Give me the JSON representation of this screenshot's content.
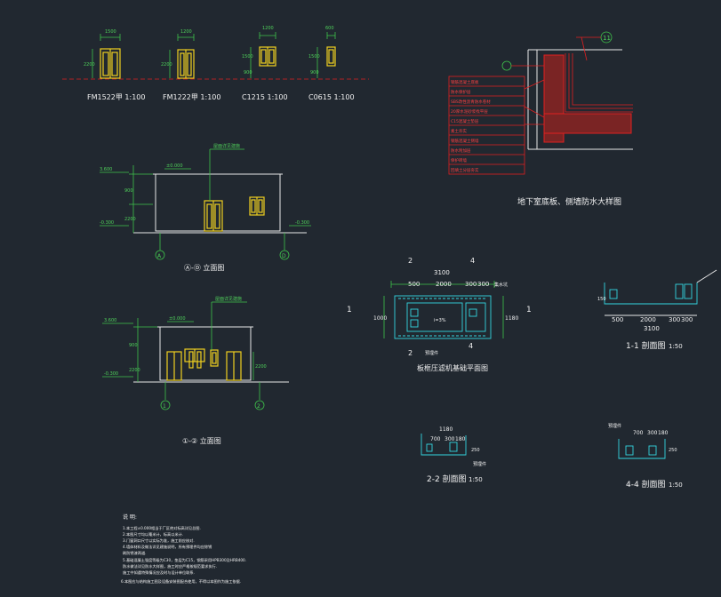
{
  "colors": {
    "background": "#212830",
    "outline": "#e8e8e8",
    "dimension": "#3ec24a",
    "window": "#f0d020",
    "section": "#33d6e0",
    "waterproof": "#e02020"
  },
  "door_labels": {
    "fm1522": "FM1522甲 1:100",
    "fm1222": "FM1222甲 1:100",
    "c1215": "C1215 1:100",
    "c0615": "C0615 1:100"
  },
  "door_dims": {
    "fm1522_w": "1500",
    "fm1222_w": "1200",
    "c1215_w": "1200",
    "c0615_w": "600",
    "h_2200": "2200",
    "h_1500": "1500",
    "h_900": "900"
  },
  "elevation1": {
    "title": "Ⓐ-Ⓓ 立面图",
    "axis_left": "A",
    "axis_right": "D",
    "top_level": "3.600",
    "ground_level": "-0.300",
    "right_level": "-0.300",
    "roof_level": "±0.000",
    "note": "屋面详见建施"
  },
  "elevation2": {
    "title": "①-② 立面图",
    "axis_left": "1",
    "axis_right": "2",
    "top_level": "3.600",
    "left_level": "-0.300",
    "roof_level": "±0.000",
    "note": "屋面详见建施"
  },
  "waterproof_detail": {
    "title": "地下室底板、侧墙防水大样图",
    "callout": "11",
    "layers": [
      "钢筋混凝土底板",
      "防水保护层",
      "SBS改性沥青防水卷材",
      "20厚水泥砂浆找平层",
      "C15混凝土垫层",
      "素土夯实",
      "钢筋混凝土侧墙",
      "防水附加层",
      "保护砖墙",
      "回填土分层夯实"
    ]
  },
  "pit_plan": {
    "title": "板框压滤机基础平面图",
    "dim_total": "3100",
    "dim_a": "500",
    "dim_b": "2000",
    "dim_c": "300",
    "dim_d": "300",
    "dim_h1": "1180",
    "dim_h2": "1000",
    "dim_side": "500",
    "section_1": "1",
    "section_2": "2",
    "section_4": "4",
    "slope_note": "i=3%",
    "sump_note": "集水坑",
    "embed_note": "预埋件"
  },
  "section_11": {
    "title": "1-1 剖面图",
    "scale": "1:50",
    "dims": [
      "500",
      "2000",
      "300",
      "300"
    ],
    "total": "3100",
    "height": "150"
  },
  "section_22": {
    "title": "2-2 剖面图",
    "scale": "1:50",
    "top_dim": "1180",
    "dims": [
      "700",
      "300",
      "180"
    ],
    "height": "250",
    "note": "预埋件"
  },
  "section_44": {
    "title": "4-4 剖面图",
    "scale": "1:50",
    "dims": [
      "700",
      "300",
      "180"
    ],
    "height": "250",
    "note": "预埋件"
  },
  "notes": {
    "heading": "说 明:",
    "lines": [
      "1.本工程±0.000相当于厂区绝对标高详见总图.",
      "2.本图尺寸均以毫米计，标高以米计.",
      "3.门窗洞口尺寸以实际为准，施工前应核对.",
      "4.墙体材料及做法详见建施说明，所有预埋件均应除锈",
      "  刷防锈漆两道.",
      "5.基础混凝土强度等级为C30，垫层为C15，钢筋采用HPB300及HRB400.",
      "  防水做法详见防水大样图，施工时应严格按规范要求执行.",
      "  施工中如遇特殊情况应及时与设计单位联系.",
      "6.本图应与结构施工图及设备安装图配合使用，不得以本图作为施工依据."
    ]
  }
}
